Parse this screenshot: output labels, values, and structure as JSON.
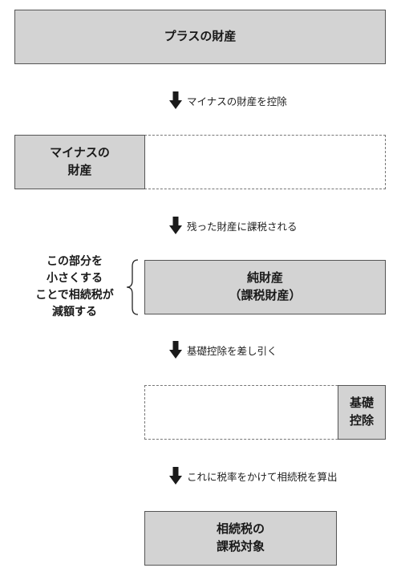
{
  "plus_assets": "プラスの財産",
  "step1": "マイナスの財産を控除",
  "minus_assets": "マイナスの\n財産",
  "step2": "残った財産に課税される",
  "side_note": "この部分を\n小さくする\nことで相続税が\n減額する",
  "net_assets": "純財産\n（課税財産）",
  "step3": "基礎控除を差し引く",
  "basic_deduction": "基礎\n控除",
  "step4": "これに税率をかけて相続税を算出",
  "taxable": "相続税の\n課税対象"
}
